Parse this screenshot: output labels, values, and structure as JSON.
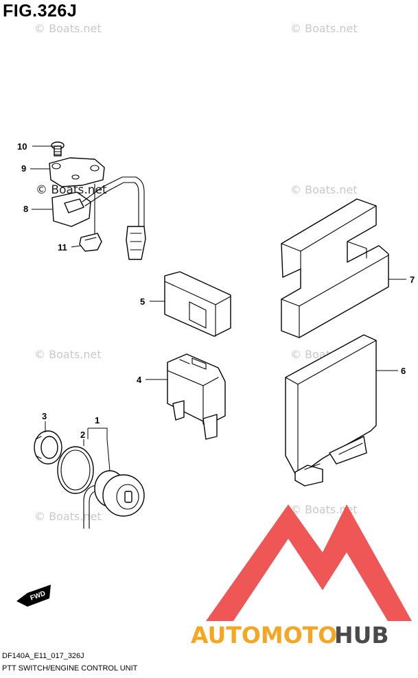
{
  "figure": {
    "title": "FIG.326J",
    "code": "DF140A_E11_017_326J",
    "caption": "PTT SWITCH/ENGINE CONTROL UNIT"
  },
  "callouts": [
    {
      "id": "10",
      "label": "10"
    },
    {
      "id": "9",
      "label": "9"
    },
    {
      "id": "8",
      "label": "8"
    },
    {
      "id": "11",
      "label": "11"
    },
    {
      "id": "7",
      "label": "7"
    },
    {
      "id": "5",
      "label": "5"
    },
    {
      "id": "6",
      "label": "6"
    },
    {
      "id": "4",
      "label": "4"
    },
    {
      "id": "3",
      "label": "3"
    },
    {
      "id": "1",
      "label": "1"
    },
    {
      "id": "2",
      "label": "2"
    }
  ],
  "watermark": {
    "text": "© Boats.net"
  },
  "fwd_label": "FWD",
  "brand": {
    "part1": "AUTOMOTO",
    "part2": "HUB",
    "color_part1": "#f5a623",
    "color_part2": "#4a4a4a",
    "logo_color": "#ee4444"
  }
}
